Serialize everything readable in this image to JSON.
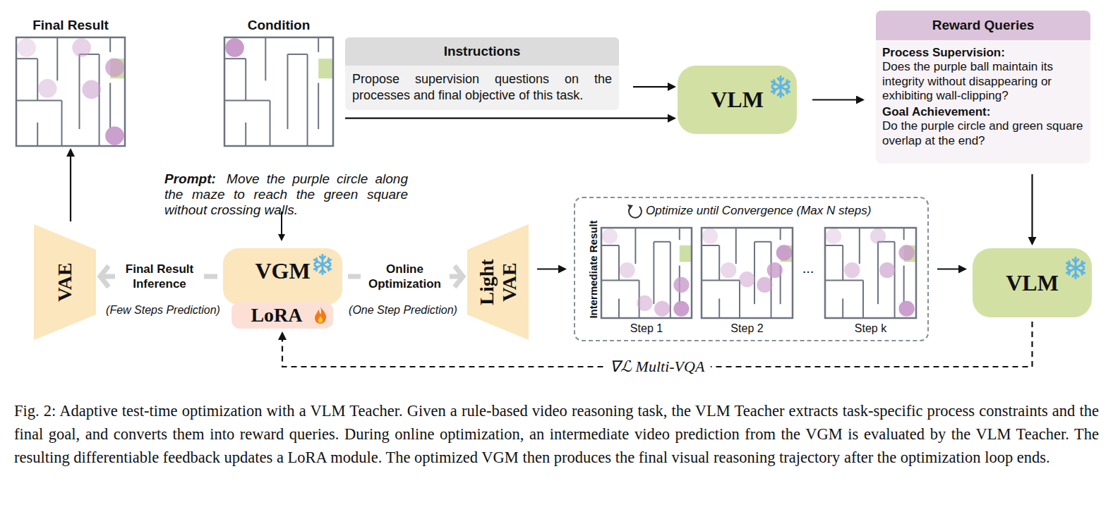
{
  "diagram": {
    "caption": "Fig. 2: Adaptive test-time optimization with a VLM Teacher. Given a rule-based video reasoning task, the VLM Teacher extracts task-specific process constraints and the final goal, and converts them into reward queries. During online optimization, an intermediate video prediction from the VGM is evaluated by the VLM Teacher. The resulting differentiable feedback updates a LoRA module. The optimized VGM then produces the final visual reasoning trajectory after the optimization loop ends.",
    "nodes": [
      {
        "text": [
          "Final Result"
        ]
      },
      {
        "text": [
          "Condition"
        ]
      },
      {
        "text": [
          "Instructions",
          "Propose supervision questions on the processes and final objective of this task."
        ]
      },
      {
        "text": [
          "VLM"
        ]
      },
      {
        "text": [
          "Reward Queries",
          "Process Supervision:",
          "Does the purple ball maintain its integrity without disappearing or exhibiting wall-clipping?",
          "Goal Achievement:",
          "Do the purple circle and green square overlap at the end?"
        ]
      },
      {
        "text": [
          "VAE"
        ]
      },
      {
        "text": [
          "VGM"
        ]
      },
      {
        "text": [
          "LoRA"
        ]
      },
      {
        "text": [
          "Light VAE"
        ]
      },
      {
        "text": [
          "Optimize until Convergence (Max N steps)",
          "Intermediate Result"
        ]
      },
      {
        "text": [
          "Step 1"
        ],
        "in": 9
      },
      {
        "text": [
          "Step 2"
        ],
        "in": 9
      },
      {
        "text": [
          "Step k"
        ],
        "in": 9
      },
      {
        "text": [
          "VLM"
        ]
      }
    ],
    "edges": [
      {
        "from": 5,
        "to": 0,
        "arrow": "to"
      },
      {
        "from": 1,
        "to": 3,
        "arrow": "to"
      },
      {
        "from": 2,
        "to": 3,
        "arrow": "to"
      },
      {
        "from": 3,
        "to": 4,
        "arrow": "to"
      },
      {
        "from": 4,
        "to": 13,
        "arrow": "to"
      },
      {
        "from": 6,
        "to": 5,
        "label": "Final Result Inference",
        "arrow": "to"
      },
      {
        "from": 6,
        "to": 8,
        "label": "Online Optimization",
        "arrow": "to"
      },
      {
        "from": 8,
        "to": 9,
        "arrow": "to"
      },
      {
        "from": 9,
        "to": 13,
        "arrow": "to"
      },
      {
        "from": 13,
        "to": 7,
        "label": "∇ℒ Multi-VQA",
        "arrow": "to"
      }
    ],
    "labels": [
      "Prompt:",
      "Move the purple circle along the maze to reach the green square without crossing walls.",
      "(Few Steps Prediction)",
      "(One Step Prediction)",
      "..."
    ]
  }
}
